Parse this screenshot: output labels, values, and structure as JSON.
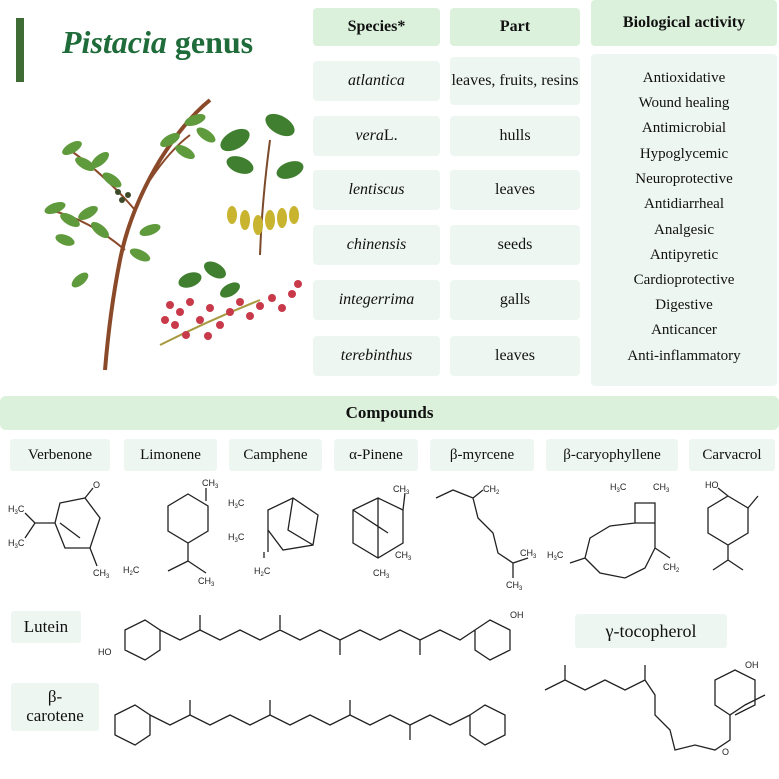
{
  "title": {
    "italic": "Pistacia",
    "rest": " genus"
  },
  "table": {
    "headers": {
      "species": "Species*",
      "part": "Part",
      "bio": "Biological activity"
    },
    "rows": [
      {
        "species": "atlantica",
        "suffix": "",
        "part": "leaves, fruits, resins"
      },
      {
        "species": "vera",
        "suffix": " L.",
        "part": "hulls"
      },
      {
        "species": "lentiscus",
        "suffix": "",
        "part": "leaves"
      },
      {
        "species": "chinensis",
        "suffix": "",
        "part": "seeds"
      },
      {
        "species": "integerrima",
        "suffix": "",
        "part": "galls"
      },
      {
        "species": "terebinthus",
        "suffix": "",
        "part": "leaves"
      }
    ],
    "activities": [
      "Antioxidative",
      "Wound healing",
      "Antimicrobial",
      "Hypoglycemic",
      "Neuroprotective",
      "Antidiarrheal",
      "Analgesic",
      "Antipyretic",
      "Cardioprotective",
      "Digestive",
      "Anticancer",
      "Anti-inflammatory"
    ]
  },
  "compounds": {
    "heading": "Compounds",
    "names": [
      "Verbenone",
      "Limonene",
      "Camphene",
      "α-Pinene",
      "β-myrcene",
      "β-caryophyllene",
      "Carvacrol"
    ],
    "lutein": "Lutein",
    "beta_carotene_1": "β-",
    "beta_carotene_2": "carotene",
    "tocopherol": "γ-tocopherol",
    "atoms": {
      "ch3": "CH",
      "h3c": "H",
      "o": "O",
      "oh": "OH",
      "ho": "HO",
      "h2c": "H",
      "ch2": "CH",
      "c": "C",
      "sub3": "3",
      "sub2": "2"
    }
  },
  "colors": {
    "header_green": "#dcf1dc",
    "cell_bg": "#eef6f2",
    "title_green": "#1f6b3a",
    "bar_green": "#3f6b34"
  }
}
